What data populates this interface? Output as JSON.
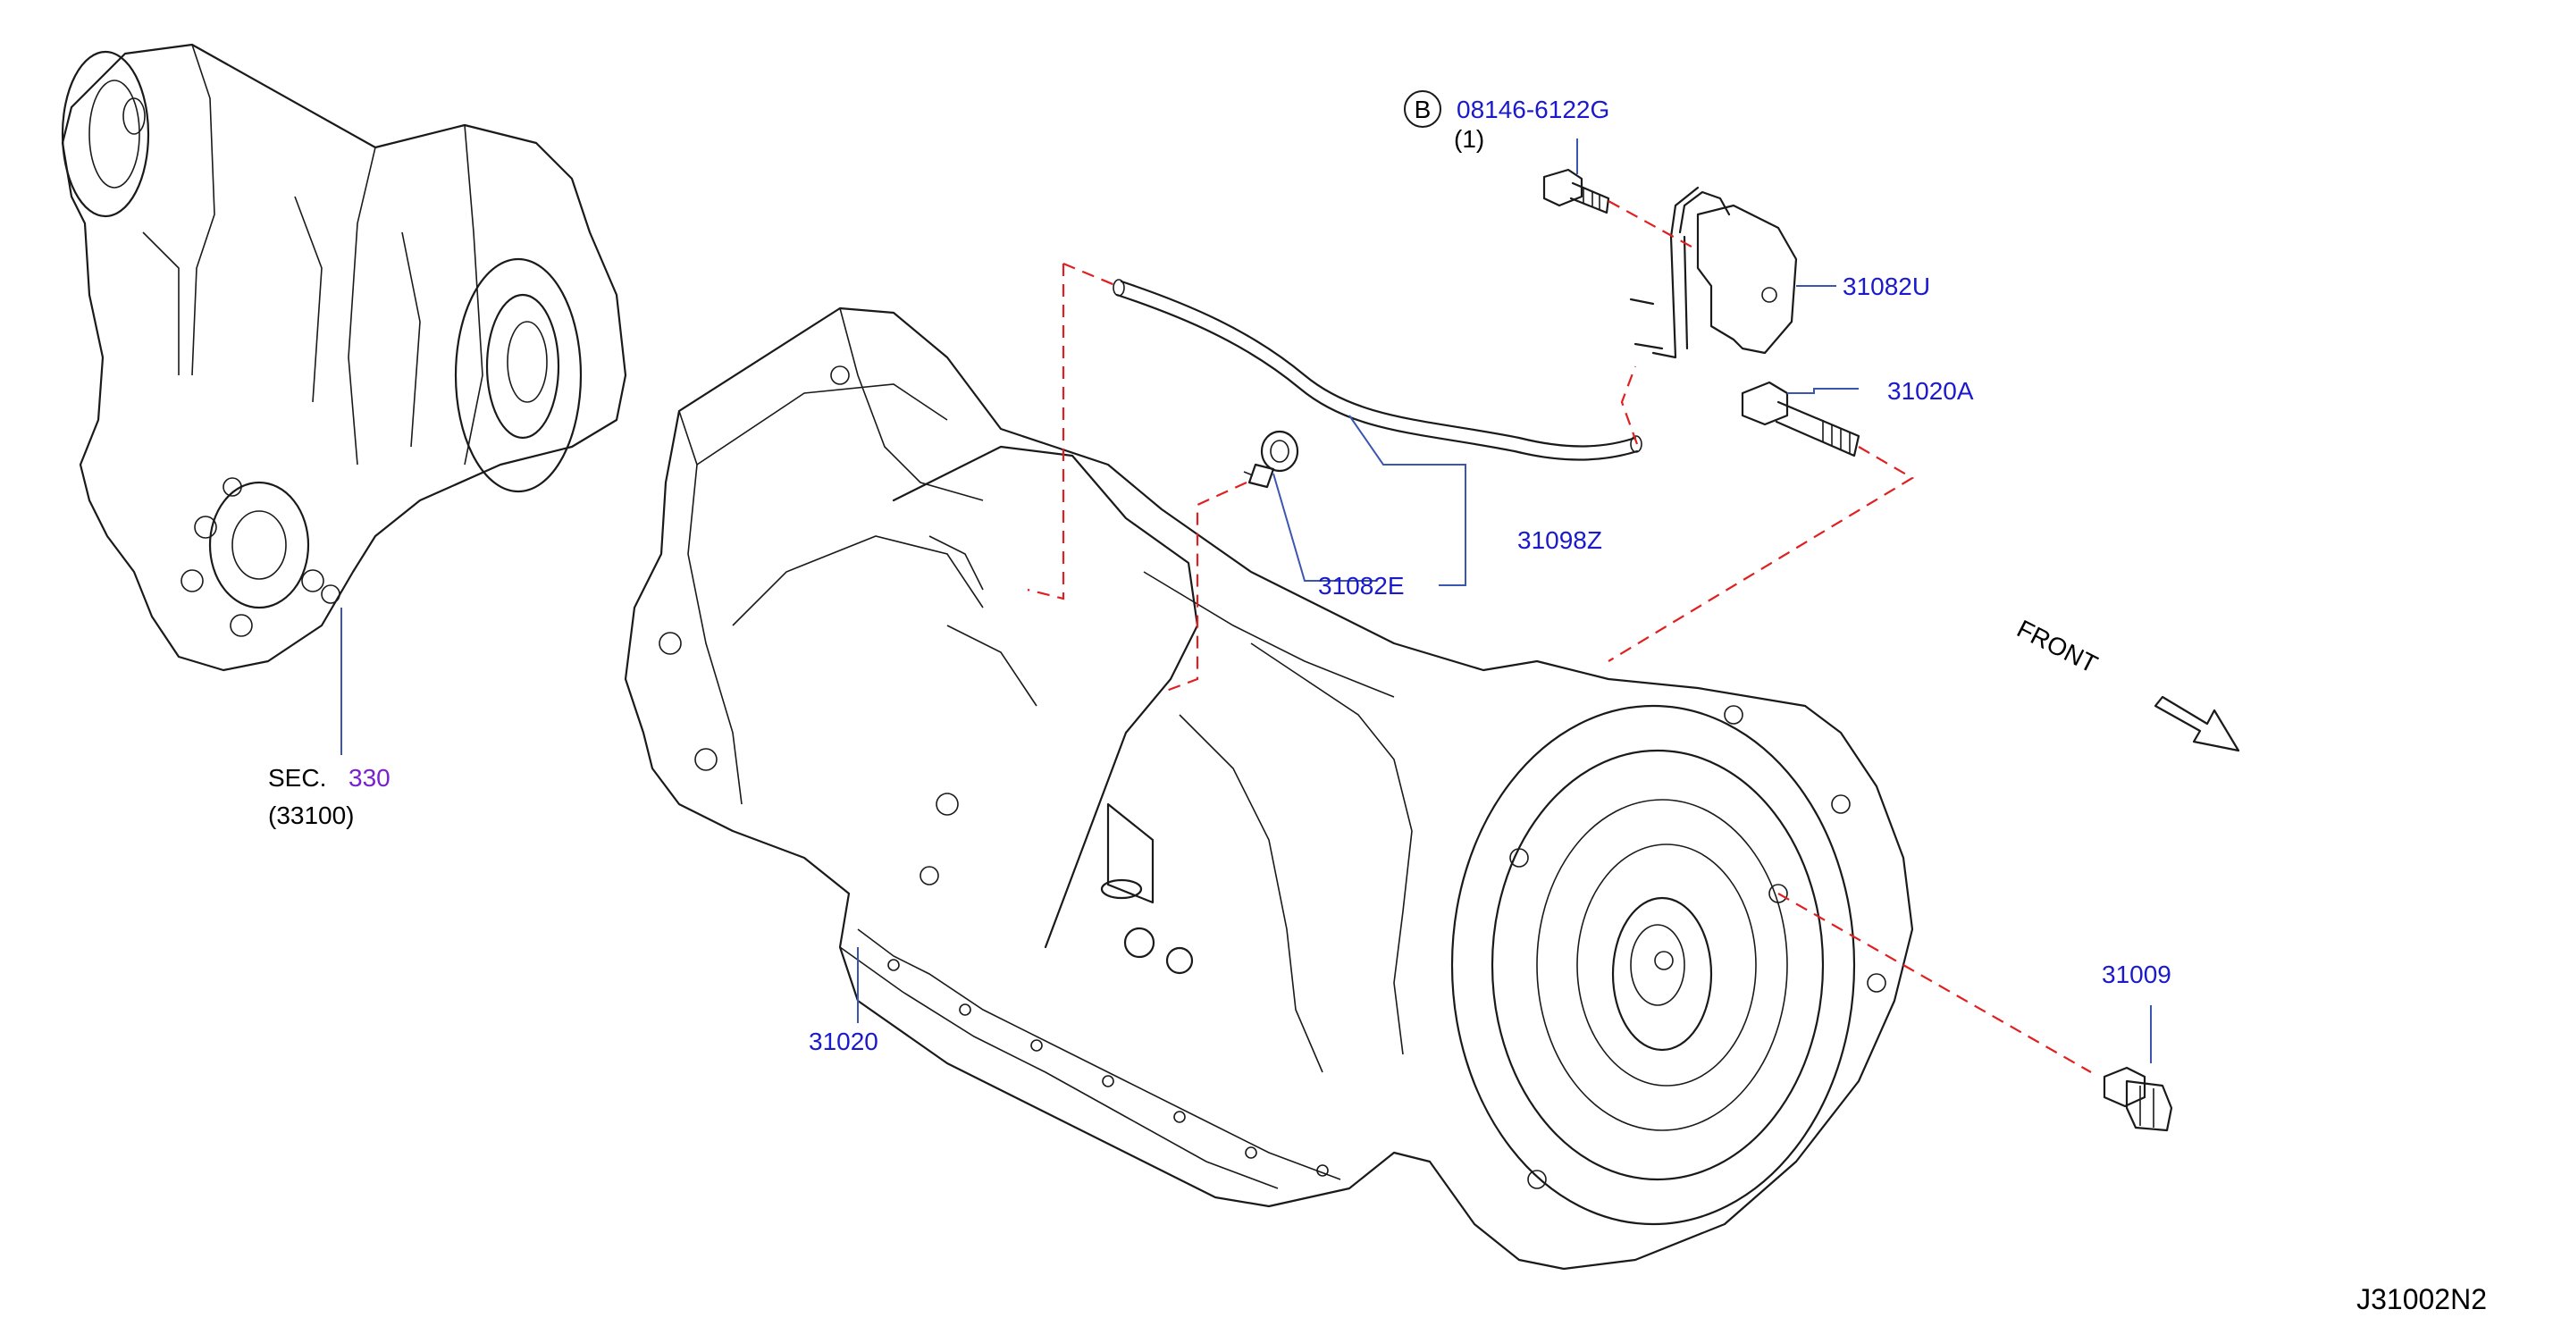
{
  "colors": {
    "part_label": "#1a1acc",
    "section_ref": "#7a1fd1",
    "leader_line": "#3a56b0",
    "dashed_alignment": "#e02020",
    "line_art": "#1a1a1a"
  },
  "labels": {
    "bolt_b": {
      "marker": "B",
      "number": "08146-6122G",
      "qty": "(1)"
    },
    "bracket": "31082U",
    "bolt_31020a": "31020A",
    "tube": "31098Z",
    "clip": "31082E",
    "transmission": "31020",
    "converter_bolt": "31009",
    "section": {
      "prefix": "SEC.",
      "number": "330",
      "sub": "(33100)"
    },
    "front": "FRONT",
    "diagram_id": "J31002N2"
  },
  "icons": [
    "front-direction-arrow-icon"
  ]
}
